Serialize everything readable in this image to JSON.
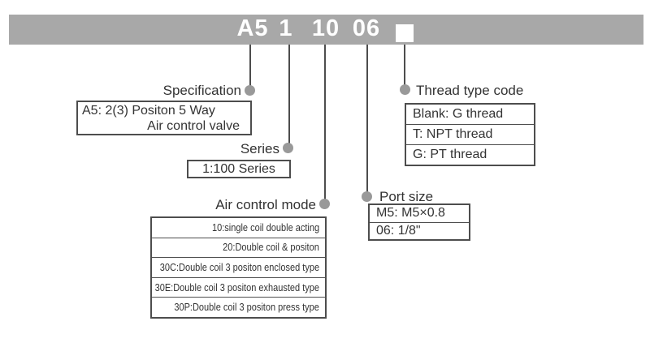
{
  "banner": {
    "segments": [
      "A5",
      "1",
      "10",
      "06"
    ],
    "blank_placeholder": "square"
  },
  "callouts": {
    "specification": {
      "label": "Specification",
      "box_lines": [
        "A5: 2(3) Positon 5 Way",
        "Air control valve"
      ]
    },
    "series": {
      "label": "Series",
      "box_lines": [
        "1:100 Series"
      ]
    },
    "air_control_mode": {
      "label": "Air control mode",
      "rows": [
        "10:single coil double acting",
        "20:Double coil & positon",
        "30C:Double coil 3 positon enclosed type",
        "30E:Double coil 3 positon exhausted type",
        "30P:Double coil 3 positon press type"
      ]
    },
    "port_size": {
      "label": "Port size",
      "rows": [
        "M5: M5×0.8",
        "06: 1/8\""
      ]
    },
    "thread_type": {
      "label": "Thread type code",
      "rows": [
        "Blank: G thread",
        "T: NPT thread",
        "G: PT thread"
      ]
    }
  },
  "colors": {
    "banner_bg": "#a8a8a8",
    "code_text": "#ffffff",
    "line": "#4d4d4d",
    "border": "#4d4d4d",
    "dot": "#999999",
    "text": "#333333"
  }
}
